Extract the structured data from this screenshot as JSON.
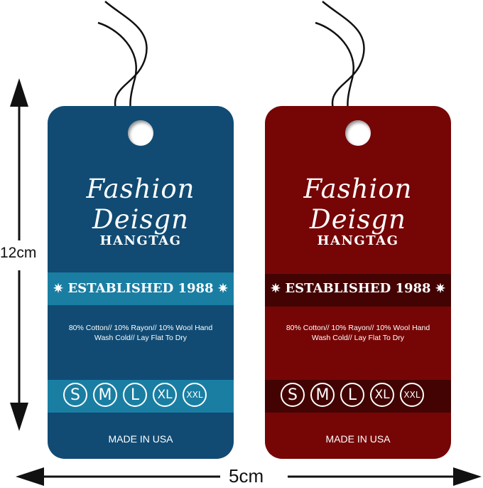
{
  "tags": [
    {
      "color": "#114b73",
      "band_color": "#1a7ea3",
      "brand": "Fashion Deisgn",
      "subtitle": "HANGTAG",
      "established": "ESTABLISHED 1988",
      "care_line1": "80% Cotton// 10% Rayon//  10% Wool Hand",
      "care_line2": "Wash Cold//  Lay Flat To Dry",
      "sizes": [
        "S",
        "M",
        "L",
        "XL",
        "XXL"
      ],
      "origin": "MADE IN USA"
    },
    {
      "color": "#760606",
      "band_color": "#430303",
      "brand": "Fashion Deisgn",
      "subtitle": "HANGTAG",
      "established": "ESTABLISHED 1988",
      "care_line1": "80% Cotton// 10% Rayon//  10% Wool Hand",
      "care_line2": "Wash Cold//  Lay Flat To Dry",
      "sizes": [
        "S",
        "M",
        "L",
        "XL",
        "XXL"
      ],
      "origin": "MADE IN USA"
    }
  ],
  "dimensions": {
    "height_label": "12cm",
    "width_label": "5cm"
  }
}
